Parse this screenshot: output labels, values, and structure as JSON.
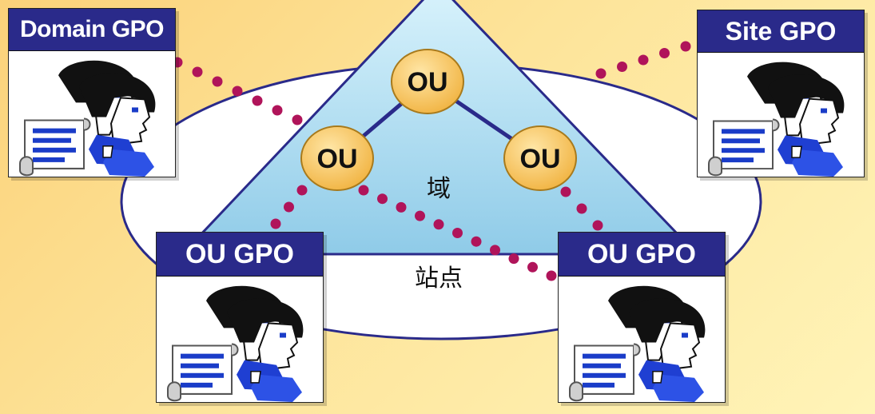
{
  "diagram": {
    "gpo_cards": {
      "domain": {
        "title": "Domain GPO",
        "icon": "gpo-users-scroll-icon"
      },
      "site": {
        "title": "Site GPO",
        "icon": "gpo-users-scroll-icon"
      },
      "ou_left": {
        "title": "OU GPO",
        "icon": "gpo-users-scroll-icon"
      },
      "ou_right": {
        "title": "OU GPO",
        "icon": "gpo-users-scroll-icon"
      }
    },
    "ou_nodes": [
      {
        "label": "OU"
      },
      {
        "label": "OU"
      },
      {
        "label": "OU"
      }
    ],
    "domain_label": "域",
    "site_label": "站点",
    "colors": {
      "card_header": "#2a2a8a",
      "triangle_fill": "#aee0f4",
      "ou_node_fill": "#f6c15c",
      "link_dots": "#b0145a",
      "ou_tree_lines": "#2a2a8a"
    }
  }
}
